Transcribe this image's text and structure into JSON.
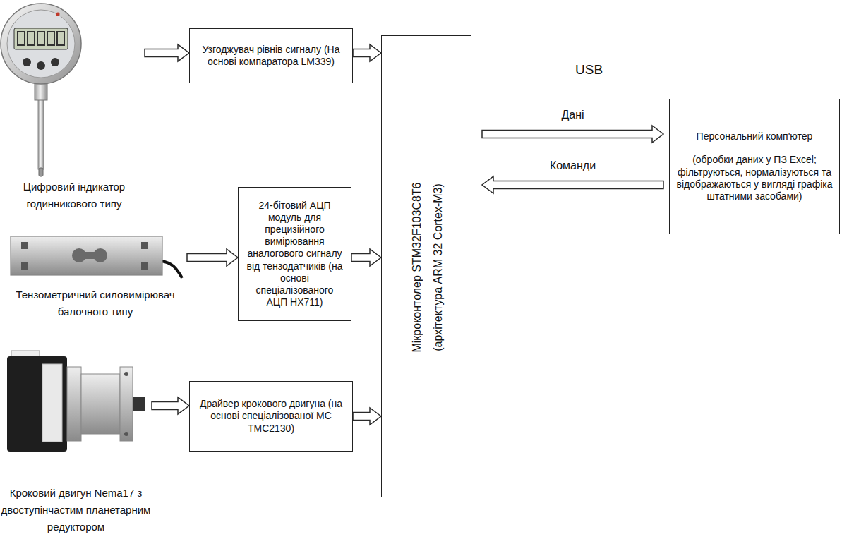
{
  "diagram": {
    "nodes": [
      {
        "text": [
          "Цифровий індикатор годинникового типу"
        ]
      },
      {
        "text": [
          "Узгоджувач рівнів сигналу (На основі компаратора LM339)"
        ]
      },
      {
        "text": [
          "Тензометричний силовимірювач балочного типу"
        ]
      },
      {
        "text": [
          "24-бітовий АЦП модуль для прецизійного вимірювання аналогового сигналу від тензодатчиків (на основі спеціалізованого АЦП HX711)"
        ]
      },
      {
        "text": [
          "Кроковий двигун Nema17 з двоступінчастим планетарним редуктором"
        ]
      },
      {
        "text": [
          "Драйвер крокового двигуна (на основі спеціалізованої МС TMC2130)"
        ]
      },
      {
        "text": [
          "Мікроконтолер STM32F103C8T6",
          "(архітектура ARM 32 Cortex-M3)"
        ]
      },
      {
        "text": [
          "Персональний комп'ютер",
          "(обробки даних у ПЗ Excel; фільтруються, нормалізуються та відображаються у вигляді графіка штатними засобами)"
        ]
      }
    ],
    "edges": [
      {
        "from": 0,
        "to": 1,
        "arrow": "to"
      },
      {
        "from": 1,
        "to": 6,
        "arrow": "to"
      },
      {
        "from": 2,
        "to": 3,
        "arrow": "to"
      },
      {
        "from": 3,
        "to": 6,
        "arrow": "to"
      },
      {
        "from": 4,
        "to": 5,
        "arrow": "to"
      },
      {
        "from": 5,
        "to": 6,
        "arrow": "to"
      },
      {
        "from": 6,
        "to": 7,
        "label": "Дані",
        "arrow": "to"
      },
      {
        "from": 7,
        "to": 6,
        "label": "Команди",
        "arrow": "to"
      }
    ],
    "labels": [
      "USB"
    ]
  }
}
